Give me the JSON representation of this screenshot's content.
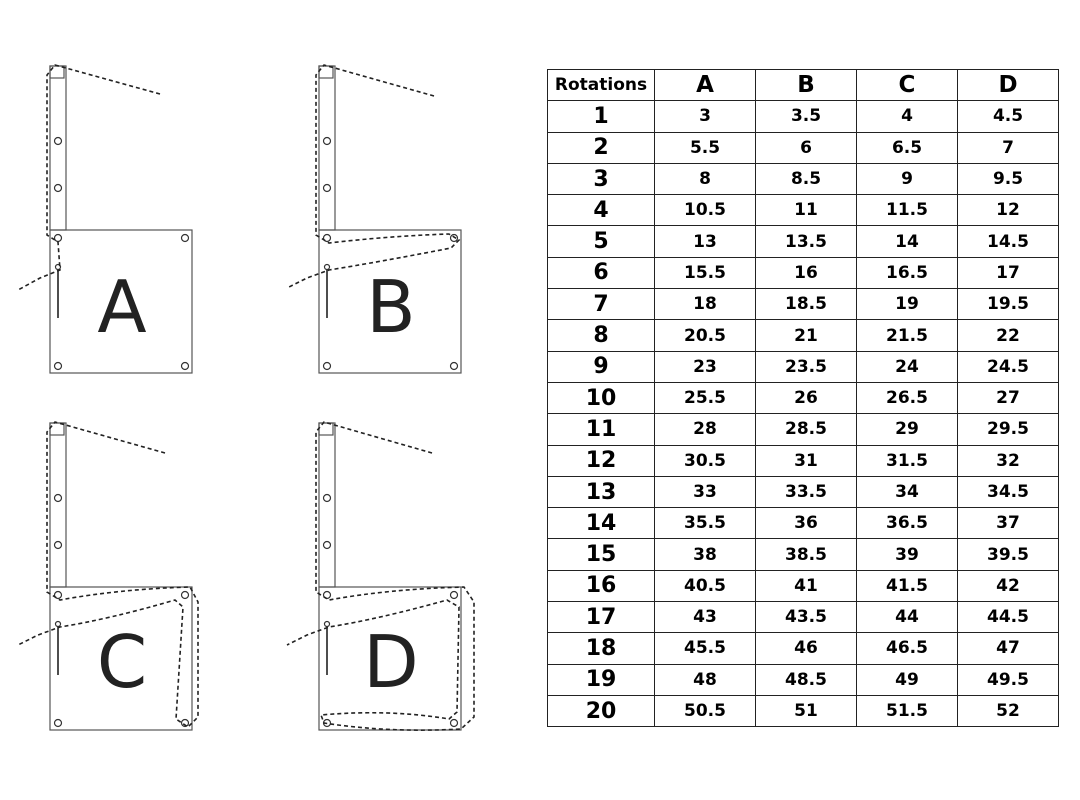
{
  "panels": [
    {
      "id": "A",
      "label": "A"
    },
    {
      "id": "B",
      "label": "B"
    },
    {
      "id": "C",
      "label": "C"
    },
    {
      "id": "D",
      "label": "D"
    }
  ],
  "table": {
    "header": [
      "Rotations",
      "A",
      "B",
      "C",
      "D"
    ],
    "rows": [
      [
        "1",
        "3",
        "3.5",
        "4",
        "4.5"
      ],
      [
        "2",
        "5.5",
        "6",
        "6.5",
        "7"
      ],
      [
        "3",
        "8",
        "8.5",
        "9",
        "9.5"
      ],
      [
        "4",
        "10.5",
        "11",
        "11.5",
        "12"
      ],
      [
        "5",
        "13",
        "13.5",
        "14",
        "14.5"
      ],
      [
        "6",
        "15.5",
        "16",
        "16.5",
        "17"
      ],
      [
        "7",
        "18",
        "18.5",
        "19",
        "19.5"
      ],
      [
        "8",
        "20.5",
        "21",
        "21.5",
        "22"
      ],
      [
        "9",
        "23",
        "23.5",
        "24",
        "24.5"
      ],
      [
        "10",
        "25.5",
        "26",
        "26.5",
        "27"
      ],
      [
        "11",
        "28",
        "28.5",
        "29",
        "29.5"
      ],
      [
        "12",
        "30.5",
        "31",
        "31.5",
        "32"
      ],
      [
        "13",
        "33",
        "33.5",
        "34",
        "34.5"
      ],
      [
        "14",
        "35.5",
        "36",
        "36.5",
        "37"
      ],
      [
        "15",
        "38",
        "38.5",
        "39",
        "39.5"
      ],
      [
        "16",
        "40.5",
        "41",
        "41.5",
        "42"
      ],
      [
        "17",
        "43",
        "43.5",
        "44",
        "44.5"
      ],
      [
        "18",
        "45.5",
        "46",
        "46.5",
        "47"
      ],
      [
        "19",
        "48",
        "48.5",
        "49",
        "49.5"
      ],
      [
        "20",
        "50.5",
        "51",
        "51.5",
        "52"
      ]
    ]
  }
}
